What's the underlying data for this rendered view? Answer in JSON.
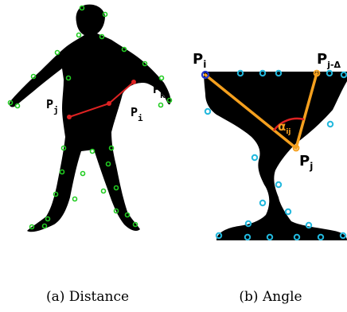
{
  "panel_a": {
    "caption": "(a) Distance",
    "label_pj_main": "P",
    "label_pj_sub": "j",
    "label_pi_main": "P",
    "label_pi_sub": "i",
    "label_pk_main": "P",
    "label_pk_sub": "k",
    "point_color": "#22cc22",
    "line_color": "#dd2222"
  },
  "panel_b": {
    "caption": "(b) Angle",
    "label_pi_main": "P",
    "label_pi_sub": "i",
    "label_pjd_main": "P",
    "label_pjd_sub": "j-Δ",
    "label_pj_main": "P",
    "label_pj_sub": "j",
    "label_alpha_main": "α",
    "label_alpha_sub": "ij",
    "point_color": "#22b8dd",
    "highlight_point_color": "#2233cc",
    "line_color": "#f5a01e",
    "angle_arc_color": "#dd2222"
  }
}
